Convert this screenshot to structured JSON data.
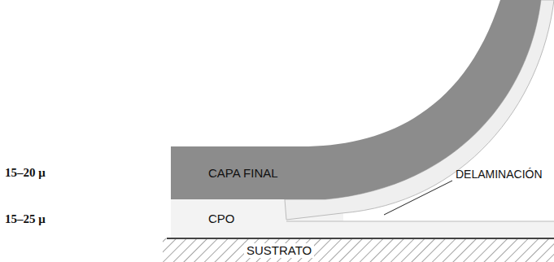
{
  "diagram": {
    "nodes": [
      {
        "text": [
          "CAPA FINAL"
        ]
      },
      {
        "text": [
          "CPO"
        ]
      },
      {
        "text": [
          "SUSTRATO"
        ]
      }
    ],
    "labels": [
      "15–20 μ",
      "15–25 μ",
      "DELAMINACIÓN"
    ]
  }
}
